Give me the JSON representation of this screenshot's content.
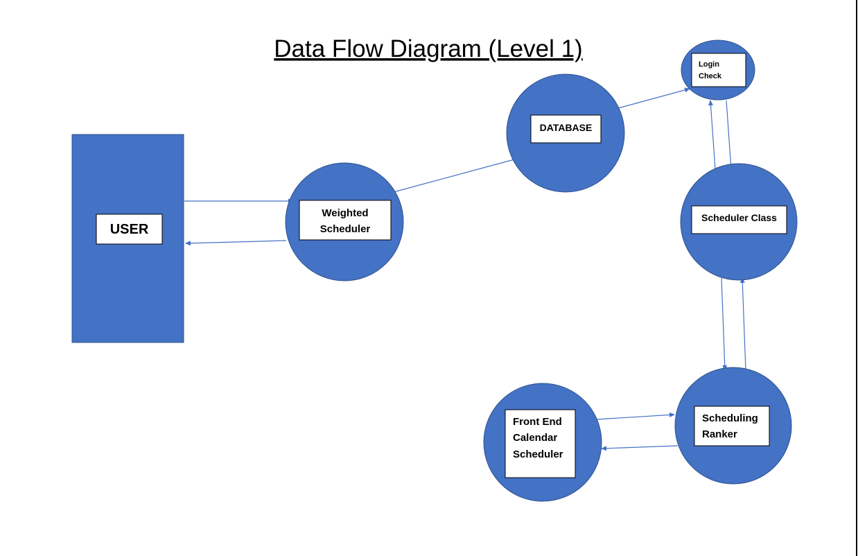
{
  "title": "Data Flow Diagram (Level 1)",
  "colors": {
    "node_fill": "#4472C4",
    "node_stroke": "#2F528F",
    "flow_line": "#4472C4",
    "label_box": "#FFFFFF"
  },
  "nodes": {
    "user": {
      "lines": [
        "USER"
      ]
    },
    "weighted_scheduler": {
      "lines": [
        "Weighted",
        "Scheduler"
      ]
    },
    "database": {
      "lines": [
        "DATABASE"
      ]
    },
    "login_check": {
      "lines": [
        "Login",
        "Check"
      ]
    },
    "scheduler_class": {
      "lines": [
        "Scheduler Class"
      ]
    },
    "scheduling_ranker": {
      "lines": [
        "Scheduling",
        "Ranker"
      ]
    },
    "front_end_calendar_scheduler": {
      "lines": [
        "Front End",
        "Calendar",
        "Scheduler"
      ]
    }
  },
  "flows": [
    {
      "from": "user",
      "to": "weighted_scheduler"
    },
    {
      "from": "weighted_scheduler",
      "to": "user"
    },
    {
      "from": "weighted_scheduler",
      "to": "database"
    },
    {
      "from": "database",
      "to": "login_check"
    },
    {
      "from": "login_check",
      "to": "scheduler_class"
    },
    {
      "from": "scheduler_class",
      "to": "login_check"
    },
    {
      "from": "scheduler_class",
      "to": "scheduling_ranker"
    },
    {
      "from": "scheduling_ranker",
      "to": "scheduler_class"
    },
    {
      "from": "front_end_calendar_scheduler",
      "to": "scheduling_ranker"
    },
    {
      "from": "scheduling_ranker",
      "to": "front_end_calendar_scheduler"
    }
  ]
}
